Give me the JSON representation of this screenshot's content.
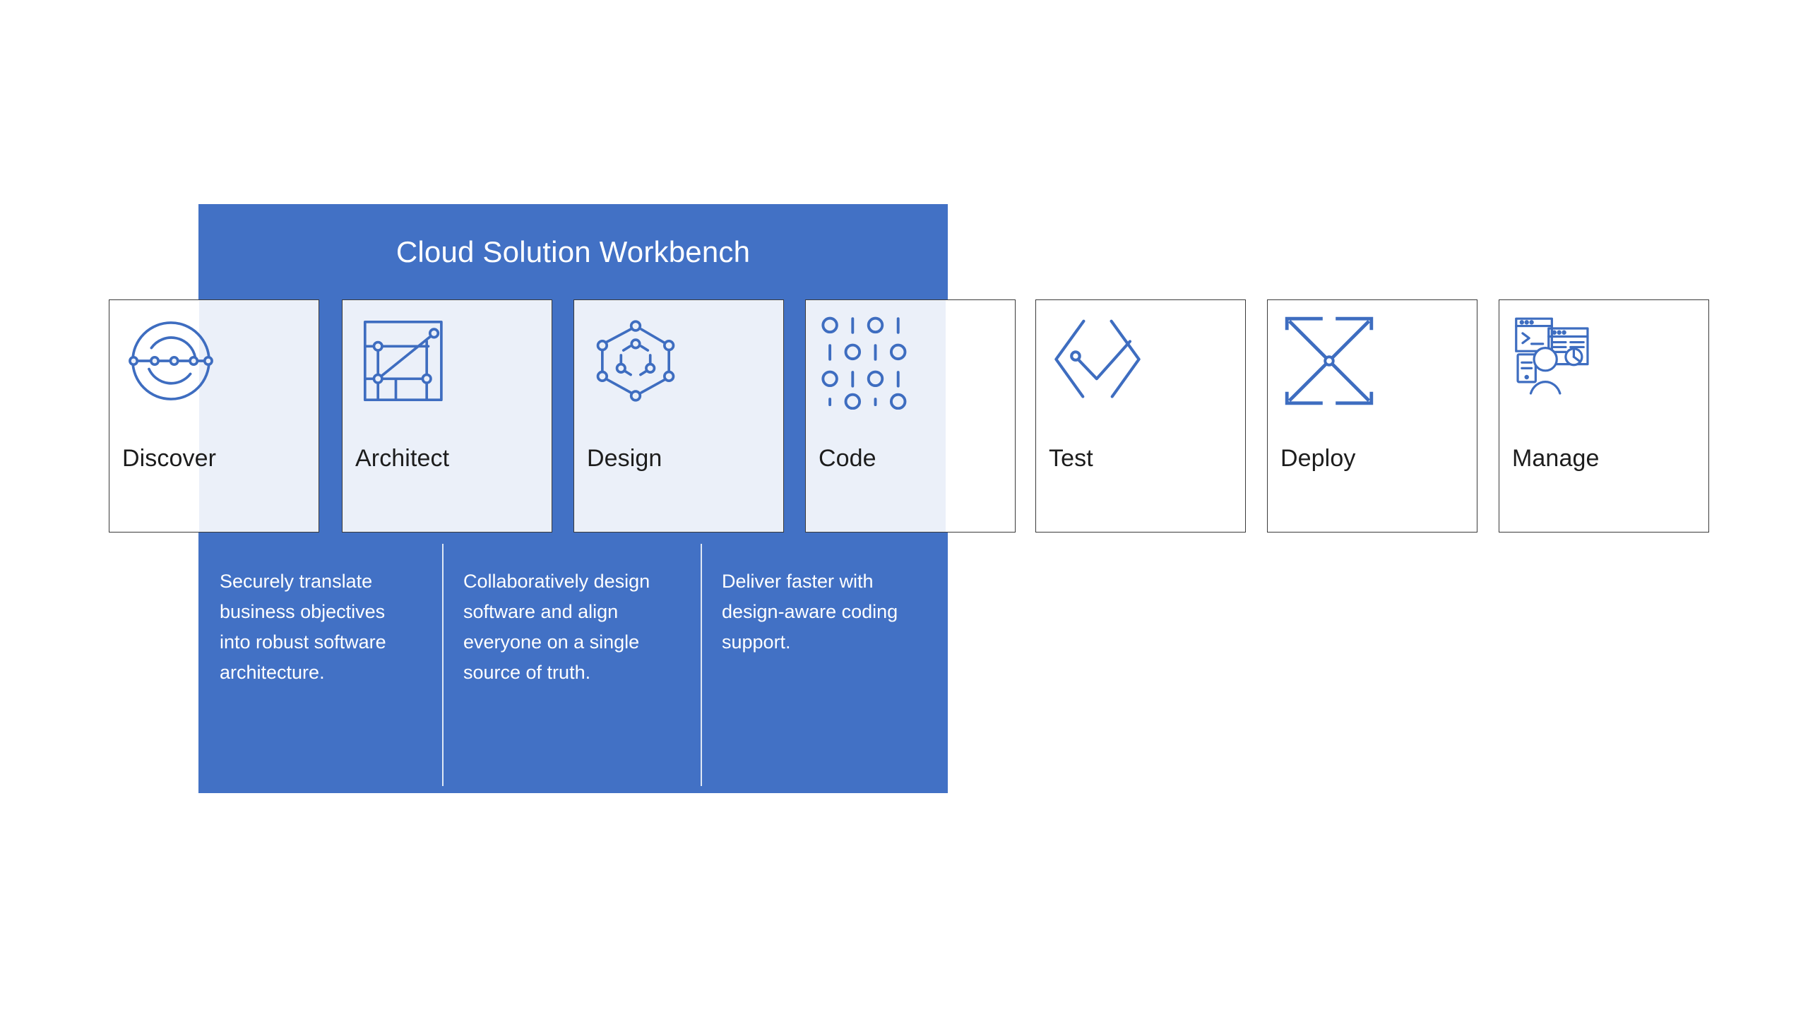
{
  "banner": {
    "title": "Cloud Solution Workbench",
    "color": "#4271C5",
    "text_color": "#FFFFFF"
  },
  "theme": {
    "accent_blue": "#4271C5",
    "icon_blue": "#3E6DC0",
    "card_tint": "#EBF0F9",
    "card_border": "#3A3A3A",
    "card_background": "#FFFFFF",
    "label_color": "#1D1D1D"
  },
  "cards": [
    {
      "label": "Discover",
      "icon": "discovery-circle-icon",
      "inside_banner": false
    },
    {
      "label": "Architect",
      "icon": "architecture-grid-icon",
      "inside_banner": true
    },
    {
      "label": "Design",
      "icon": "hexagon-network-icon",
      "inside_banner": true
    },
    {
      "label": "Code",
      "icon": "binary-code-icon",
      "inside_banner": true
    },
    {
      "label": "Test",
      "icon": "code-brackets-check-icon",
      "inside_banner": false
    },
    {
      "label": "Deploy",
      "icon": "expand-arrows-icon",
      "inside_banner": false
    },
    {
      "label": "Manage",
      "icon": "dashboard-person-icon",
      "inside_banner": false
    }
  ],
  "descriptions": [
    {
      "for": "Architect",
      "text": "Securely translate business objectives into robust software architecture."
    },
    {
      "for": "Design",
      "text": "Collaboratively design software and align everyone on a single source of truth."
    },
    {
      "for": "Code",
      "text": "Deliver faster with design-aware coding support."
    }
  ],
  "icon_details": {
    "binary_code_rows": [
      "O I O I",
      "I O I O",
      "O I O I",
      "I O I O"
    ],
    "terminal_prompt": ">_"
  }
}
